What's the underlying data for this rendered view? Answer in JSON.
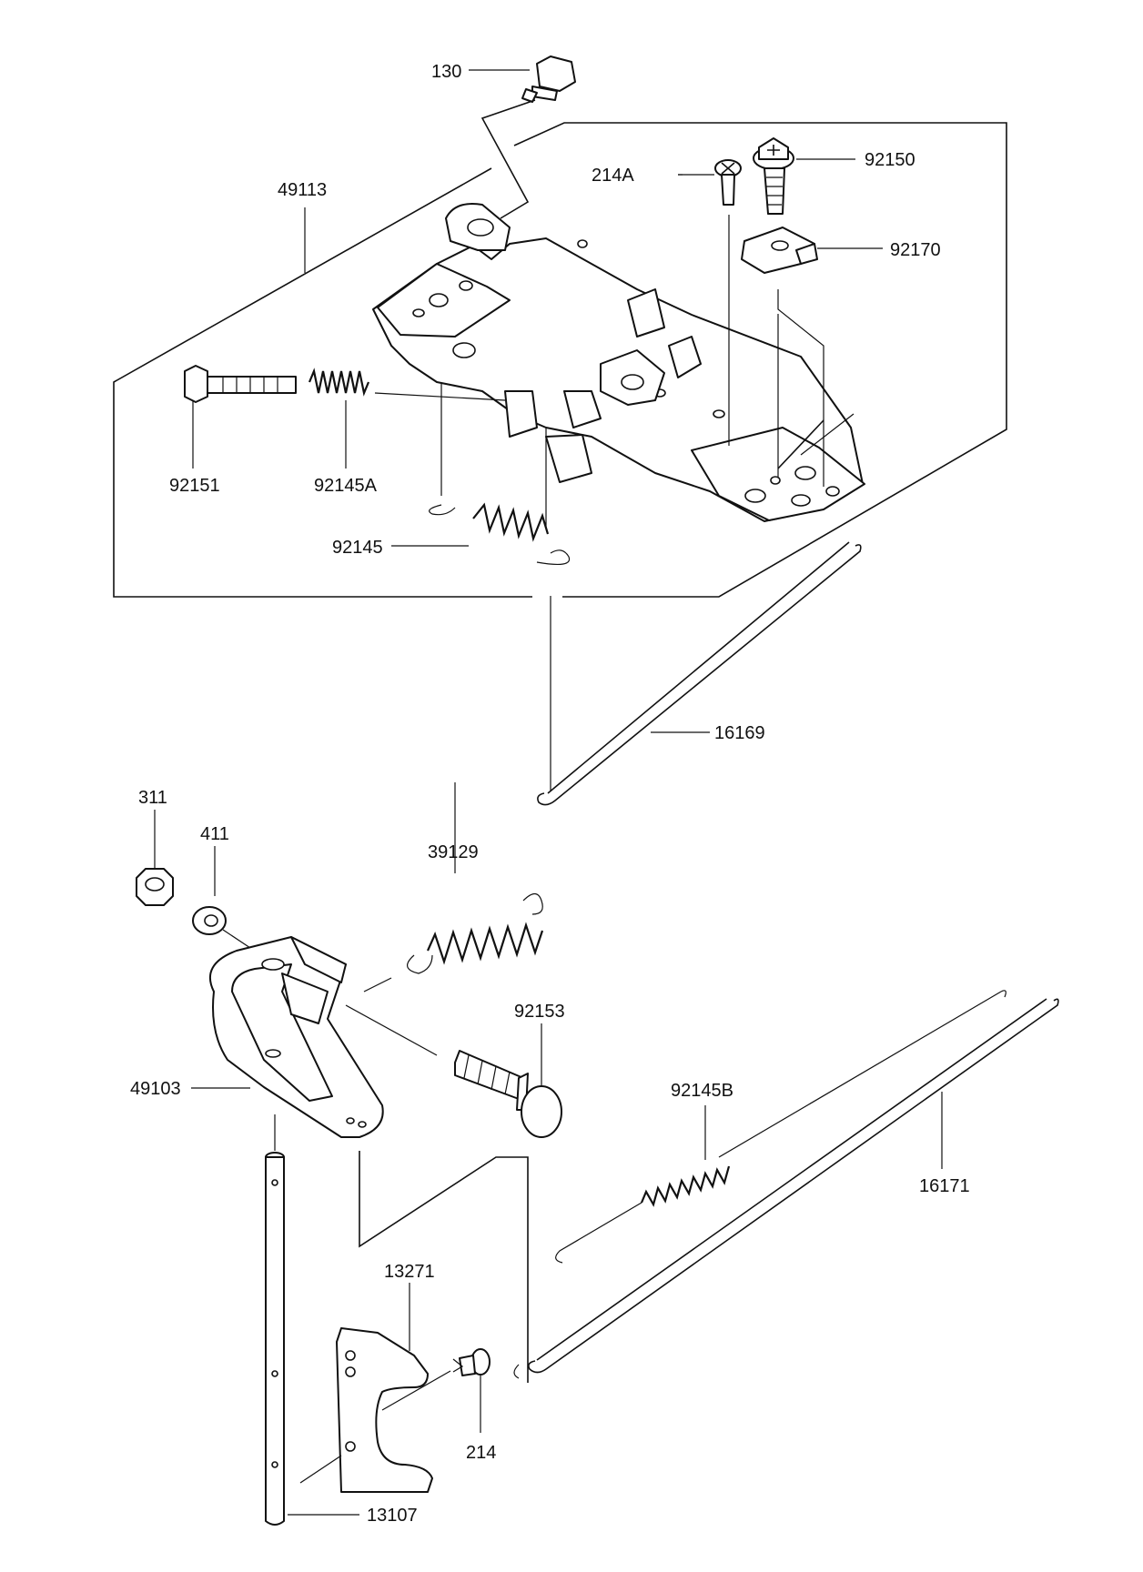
{
  "labels": {
    "p130": "130",
    "p49113": "49113",
    "p214A": "214A",
    "p92150": "92150",
    "p92170": "92170",
    "p92151": "92151",
    "p92145A": "92145A",
    "p92145": "92145",
    "p16169": "16169",
    "p311": "311",
    "p411": "411",
    "p39129": "39129",
    "p92153": "92153",
    "p49103": "49103",
    "p92145B": "92145B",
    "p16171": "16171",
    "p13271": "13271",
    "p214": "214",
    "p13107": "13107"
  },
  "colors": {
    "ink": "#111111",
    "paper": "#ffffff"
  }
}
